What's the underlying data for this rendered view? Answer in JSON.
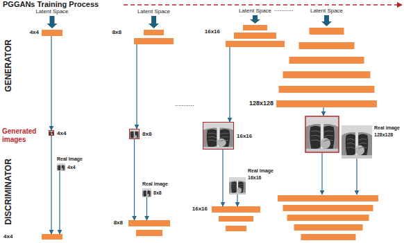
{
  "diagram": {
    "title": "PGGANs Training Process",
    "nodes": [
      {
        "text": [
          "4x4"
        ]
      },
      {
        "text": [
          "4x4"
        ]
      },
      {
        "text": [
          "Real Image",
          "4x4"
        ]
      },
      {
        "text": [
          "4x4"
        ]
      },
      {
        "text": [
          "8x8"
        ]
      },
      {
        "text": [
          "8x8"
        ]
      },
      {
        "text": [
          "Real image",
          "8x8"
        ]
      },
      {
        "text": [
          "8x8"
        ]
      },
      {
        "text": [
          "16x16"
        ]
      },
      {
        "text": [
          "16x16"
        ]
      },
      {
        "text": [
          "Real image",
          "16x16"
        ]
      },
      {
        "text": [
          "16x16"
        ]
      },
      {
        "text": [
          "128x128"
        ]
      },
      {
        "text": [
          "Real image",
          "128x128"
        ]
      }
    ],
    "edges": [
      {
        "from": 0,
        "to": 1,
        "arrow": "to"
      },
      {
        "from": 1,
        "to": 3,
        "arrow": "to"
      },
      {
        "from": 2,
        "to": 3,
        "arrow": "to"
      },
      {
        "from": 4,
        "to": 5,
        "arrow": "to"
      },
      {
        "from": 5,
        "to": 7,
        "arrow": "to"
      },
      {
        "from": 6,
        "to": 7,
        "arrow": "to"
      },
      {
        "from": 8,
        "to": 9,
        "arrow": "to"
      },
      {
        "from": 9,
        "to": 11,
        "arrow": "to"
      },
      {
        "from": 10,
        "to": 11,
        "arrow": "to"
      }
    ],
    "labels": [
      "Latent Space",
      "Latent Space",
      "Latent Space",
      "Latent Space",
      "GENERATOR",
      "Generated images",
      "DISCRIMINATOR",
      "...........",
      "..........."
    ]
  }
}
